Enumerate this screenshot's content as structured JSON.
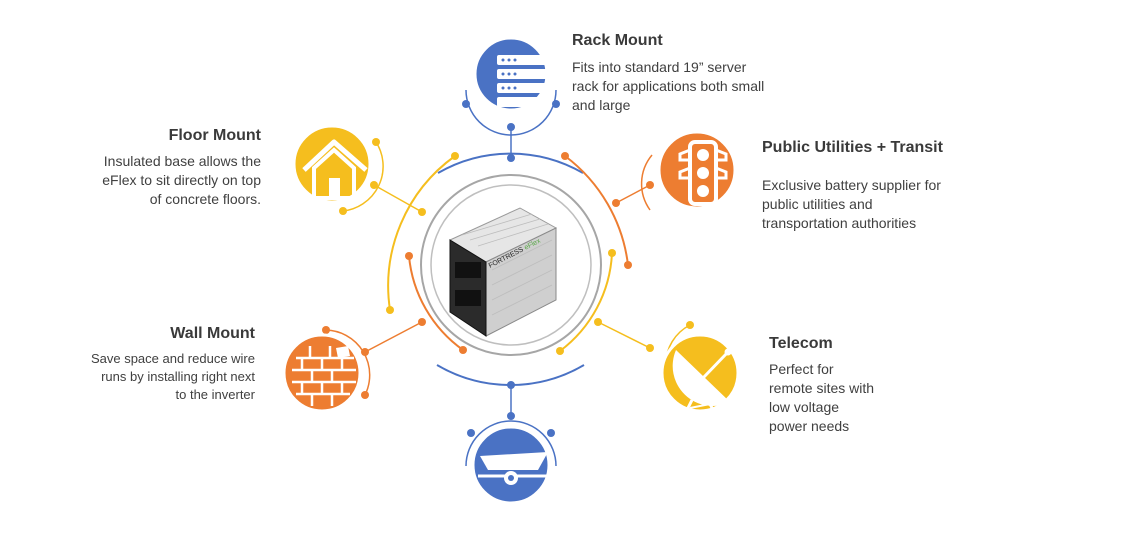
{
  "hub": {
    "product_brand": "FORTRESS",
    "product_name": "eFlex"
  },
  "colors": {
    "blue": "#4A72C4",
    "yellow": "#F5BE1E",
    "orange": "#ED7D31",
    "gray_ring": "#A6A6A6",
    "text": "#404040"
  },
  "nodes": {
    "rack_mount": {
      "title": "Rack Mount",
      "lines": [
        "Fits into standard 19” server",
        "rack for applications both small",
        "and large"
      ],
      "icon": "server-rack-icon"
    },
    "floor_mount": {
      "title": "Floor Mount",
      "lines": [
        "Insulated base allows the",
        "eFlex to sit directly on top",
        "of concrete floors."
      ],
      "icon": "house-icon"
    },
    "public_utilities": {
      "title": "Public Utilities + Transit",
      "lines": [
        "Exclusive battery supplier for",
        "public utilities and",
        "transportation authorities"
      ],
      "icon": "traffic-light-icon"
    },
    "wall_mount": {
      "title": "Wall Mount",
      "lines": [
        "Save space and reduce wire",
        "runs by installing right next",
        "to the inverter"
      ],
      "icon": "brick-wall-icon"
    },
    "telecom": {
      "title": "Telecom",
      "lines": [
        "Perfect for",
        "remote sites with",
        "low voltage",
        "power needs"
      ],
      "icon": "satellite-dish-icon"
    },
    "marine": {
      "icon": "boat-trailer-icon"
    }
  }
}
